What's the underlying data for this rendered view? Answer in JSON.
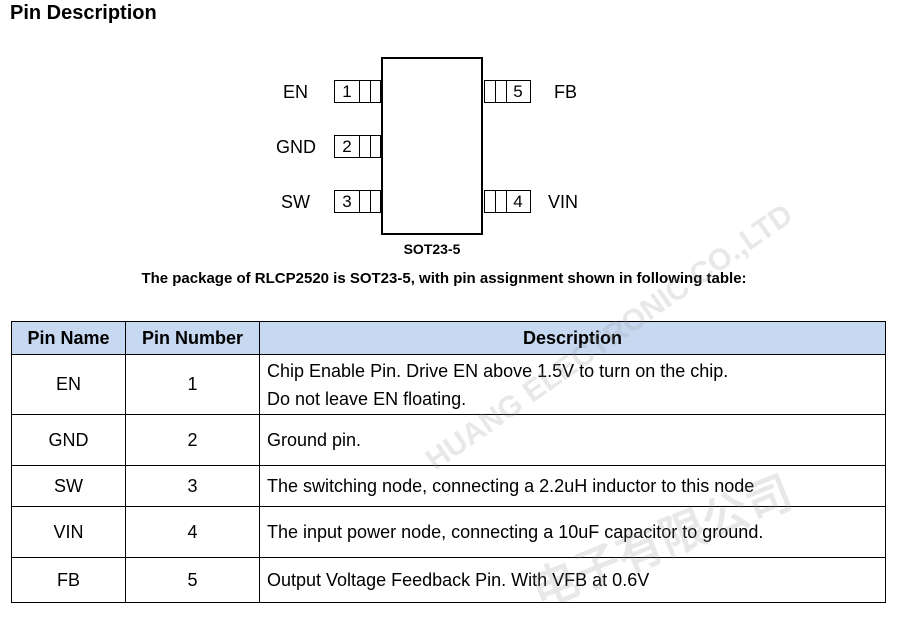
{
  "section_title": "Pin Description",
  "package": {
    "label": "SOT23-5",
    "left_pins": [
      {
        "name": "EN",
        "number": "1"
      },
      {
        "name": "GND",
        "number": "2"
      },
      {
        "name": "SW",
        "number": "3"
      }
    ],
    "right_pins": [
      {
        "name": "FB",
        "number": "5"
      },
      {
        "name": "VIN",
        "number": "4"
      }
    ]
  },
  "caption": "The package of RLCP2520 is SOT23-5, with pin assignment shown in following table:",
  "table": {
    "headers": [
      "Pin Name",
      "Pin Number",
      "Description"
    ],
    "rows": [
      {
        "name": "EN",
        "number": "1",
        "desc_line1": "Chip Enable Pin. Drive EN above 1.5V to turn on the chip.",
        "desc_line2": "Do not leave EN floating."
      },
      {
        "name": "GND",
        "number": "2",
        "desc_line1": "Ground pin."
      },
      {
        "name": "SW",
        "number": "3",
        "desc_line1": "The switching node, connecting a 2.2uH inductor to this node"
      },
      {
        "name": "VIN",
        "number": "4",
        "desc_line1": "The input power node, connecting a 10uF capacitor to ground."
      },
      {
        "name": "FB",
        "number": "5",
        "desc_line1": "Output Voltage Feedback Pin. With VFB at 0.6V"
      }
    ]
  },
  "watermark": {
    "line1": "HUANG ELECTRONIC CO.,LTD",
    "line2": "电子有限公司"
  }
}
